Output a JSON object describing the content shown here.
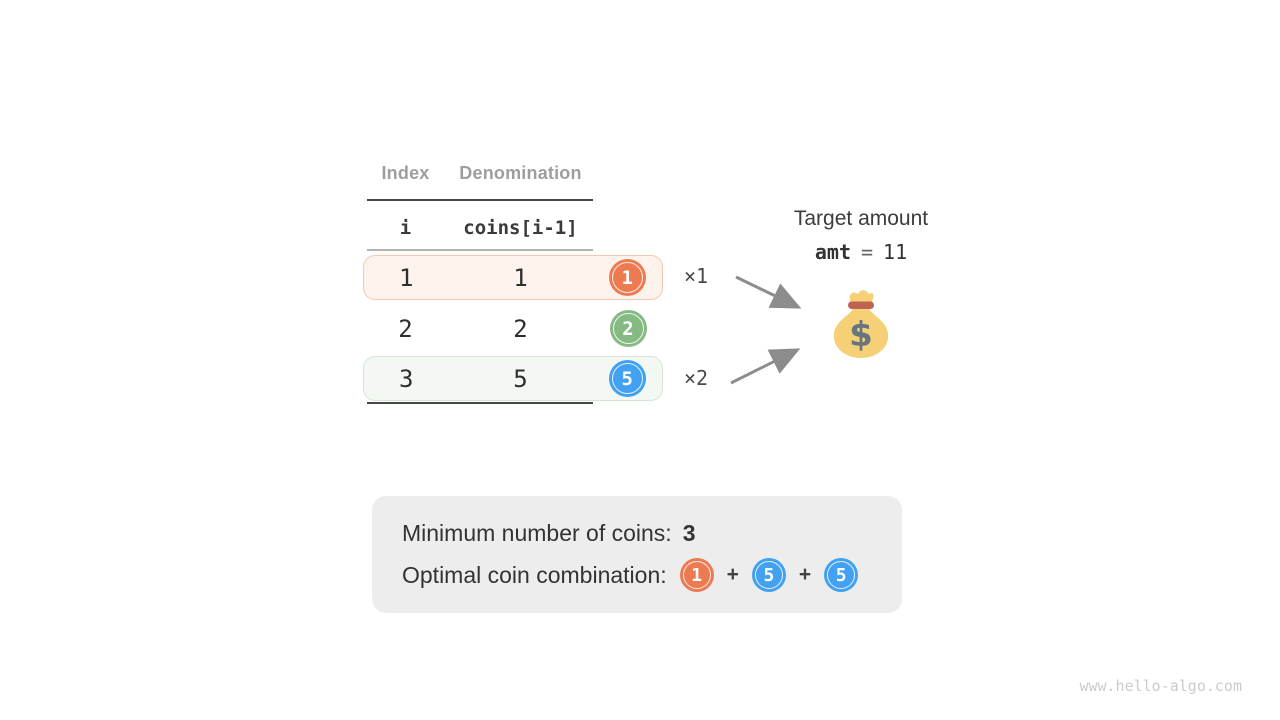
{
  "table": {
    "column_headers": [
      "Index",
      "Denomination"
    ],
    "code_headers": [
      "i",
      "coins[i-1]"
    ],
    "rows": [
      {
        "index": "1",
        "denomination": "1",
        "coin_value": "1",
        "coin_color": "orange",
        "highlight": "orange",
        "multiplier": "×1"
      },
      {
        "index": "2",
        "denomination": "2",
        "coin_value": "2",
        "coin_color": "green",
        "highlight": "none"
      },
      {
        "index": "3",
        "denomination": "5",
        "coin_value": "5",
        "coin_color": "blue",
        "highlight": "green",
        "multiplier": "×2"
      }
    ]
  },
  "target": {
    "label": "Target amount",
    "variable": "amt",
    "equals": "=",
    "amount": "11",
    "bag_symbol": "$"
  },
  "result_box": {
    "min_coins_label": "Minimum number of coins:",
    "min_coins_value": "3",
    "combination_label": "Optimal coin combination:",
    "plus": "+",
    "coins": [
      {
        "value": "1",
        "color": "orange"
      },
      {
        "value": "5",
        "color": "blue"
      },
      {
        "value": "5",
        "color": "blue"
      }
    ]
  },
  "watermark": "www.hello-algo.com",
  "colors": {
    "coin_orange": "#ED7B52",
    "coin_green": "#85BB83",
    "coin_blue": "#42A1F1",
    "row_highlight_orange_bg": "#FDF3EC",
    "row_highlight_orange_border": "#F5C9B0",
    "row_highlight_green_bg": "#F3F8F3",
    "row_highlight_green_border": "#D5E6D5",
    "result_box_bg": "#EDEDED",
    "arrow": "#8C8C8C",
    "bag_body": "#F6D077",
    "bag_tie": "#BE6352",
    "bag_dollar": "#66757F",
    "table_line_dark": "#474747",
    "table_line_light": "#B3B3B3",
    "header_text": "#9E9E9E",
    "body_text": "#3C3C3C",
    "watermark_text": "#CBCBCB"
  }
}
